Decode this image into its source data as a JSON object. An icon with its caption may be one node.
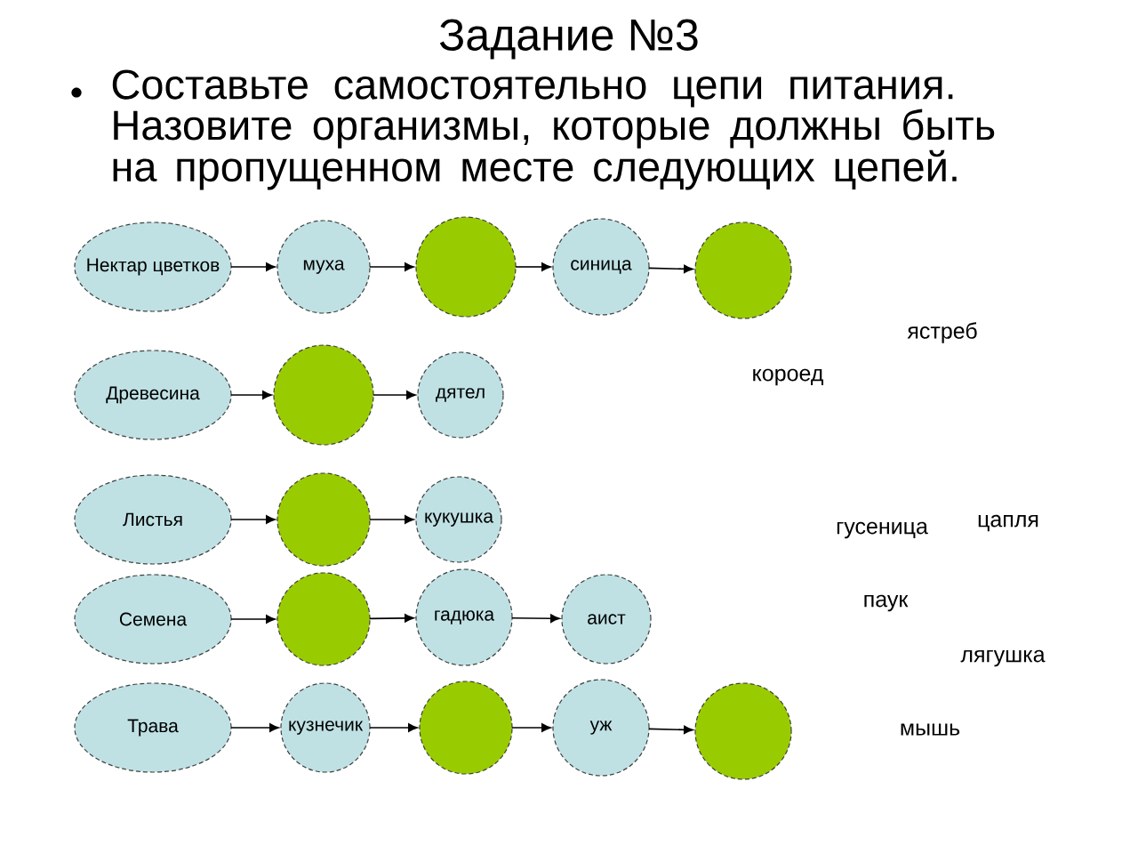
{
  "diagram": {
    "title": "Задание №3",
    "nodes": [
      {
        "text": [
          "Нектар цветков"
        ]
      },
      {
        "text": [
          "муха"
        ]
      },
      {
        "text": [],
        "shape": "circle"
      },
      {
        "text": [
          "синица"
        ]
      },
      {
        "text": [],
        "shape": "circle"
      },
      {
        "text": [
          "Древесина"
        ]
      },
      {
        "text": [],
        "shape": "circle"
      },
      {
        "text": [
          "дятел"
        ]
      },
      {
        "text": [
          "Листья"
        ]
      },
      {
        "text": [],
        "shape": "circle"
      },
      {
        "text": [
          "кукушка"
        ]
      },
      {
        "text": [
          "Семена"
        ]
      },
      {
        "text": [],
        "shape": "circle"
      },
      {
        "text": [
          "гадюка"
        ]
      },
      {
        "text": [
          "аист"
        ]
      },
      {
        "text": [
          "Трава"
        ]
      },
      {
        "text": [
          "кузнечик"
        ]
      },
      {
        "text": [],
        "shape": "circle"
      },
      {
        "text": [
          "уж"
        ]
      },
      {
        "text": [],
        "shape": "circle"
      }
    ],
    "edges": [
      {
        "from": 0,
        "to": 1,
        "arrow": "to"
      },
      {
        "from": 1,
        "to": 2,
        "arrow": "to"
      },
      {
        "from": 2,
        "to": 3,
        "arrow": "to"
      },
      {
        "from": 3,
        "to": 4,
        "arrow": "to"
      },
      {
        "from": 5,
        "to": 6,
        "arrow": "to"
      },
      {
        "from": 6,
        "to": 7,
        "arrow": "to"
      },
      {
        "from": 8,
        "to": 9,
        "arrow": "to"
      },
      {
        "from": 9,
        "to": 10,
        "arrow": "to"
      },
      {
        "from": 11,
        "to": 12,
        "arrow": "to"
      },
      {
        "from": 12,
        "to": 13,
        "arrow": "to"
      },
      {
        "from": 13,
        "to": 14,
        "arrow": "to"
      },
      {
        "from": 15,
        "to": 16,
        "arrow": "to"
      },
      {
        "from": 16,
        "to": 17,
        "arrow": "to"
      },
      {
        "from": 17,
        "to": 18,
        "arrow": "to"
      },
      {
        "from": 18,
        "to": 19,
        "arrow": "to"
      }
    ],
    "labels": [
      "Составьте самостоятельно цепи питания. Назовите организмы, которые должны быть на пропущенном месте следующих цепей.",
      "ястреб",
      "короед",
      "цапля",
      "гусеница",
      "паук",
      "лягушка",
      "мышь"
    ]
  }
}
